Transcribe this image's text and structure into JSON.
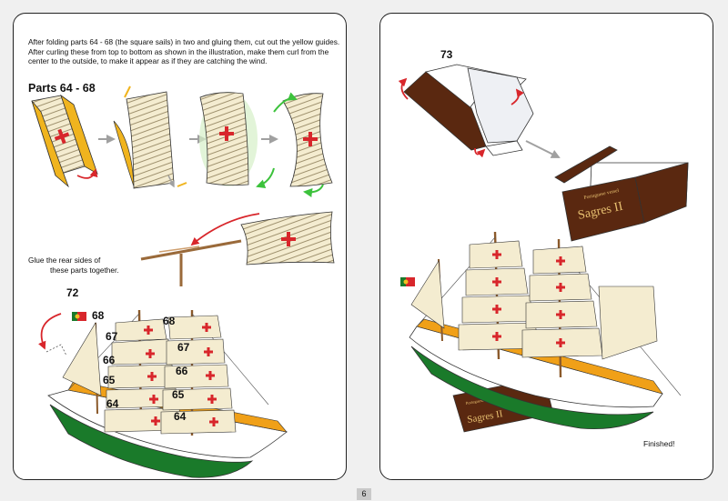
{
  "left_page": {
    "instructions": "After folding parts 64 - 68 (the square sails) in two and gluing them, cut out the yellow guides. After curling these from top to bottom as shown in the illustration, make them curl from the center to the outside, to make it appear as if they are catching the wind.",
    "parts_title": "Parts 64 - 68",
    "glue_note_line1": "Glue the rear sides of",
    "glue_note_line2": "these parts together.",
    "flag_part": "72",
    "fore_sail_labels": [
      "68",
      "67",
      "66",
      "65",
      "64"
    ],
    "main_sail_labels": [
      "68",
      "67",
      "66",
      "65",
      "64"
    ]
  },
  "right_page": {
    "stand_part": "73",
    "stand_caption_small": "Portuguese vessel",
    "stand_caption_big": "Sagres II",
    "finished_label": "Finished!"
  },
  "page_number": "6",
  "colors": {
    "sail": "#f4ecd0",
    "sail_shade": "#e2d3a6",
    "guide_yellow": "#f0b41e",
    "cross_red": "#d8262b",
    "hull_green": "#1a7a2a",
    "deck_orange": "#f0a018",
    "stand_brown": "#5a2810",
    "arrow_red": "#d8262b",
    "arrow_green": "#3cc23c",
    "arrow_gray": "#a0a0a0"
  },
  "icons": [
    "curl-arrow-icon",
    "step-arrow-icon",
    "portuguese-flag-icon",
    "cross-of-christ-icon"
  ]
}
